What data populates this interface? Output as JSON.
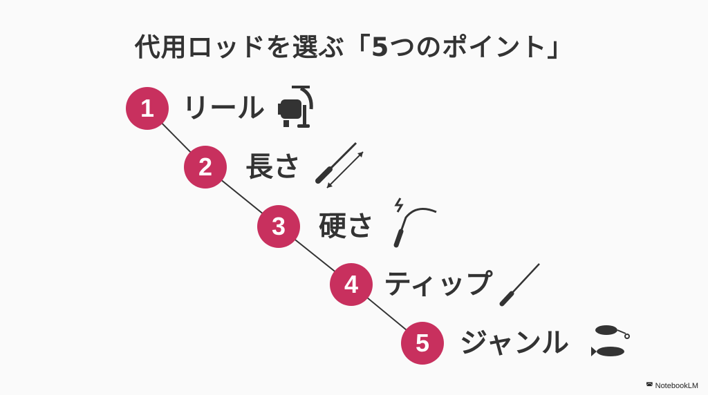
{
  "title": "代用ロッドを選ぶ「5つのポイント」",
  "points": [
    {
      "number": "1",
      "label": "リール",
      "icon": "fishing-reel-icon"
    },
    {
      "number": "2",
      "label": "長さ",
      "icon": "rod-length-icon"
    },
    {
      "number": "3",
      "label": "硬さ",
      "icon": "bent-rod-icon"
    },
    {
      "number": "4",
      "label": "ティップ",
      "icon": "rod-tip-icon"
    },
    {
      "number": "5",
      "label": "ジャンル",
      "icon": "lure-fish-icon"
    }
  ],
  "brand": "NotebookLM",
  "colors": {
    "accent": "#C8305E",
    "text": "#333333",
    "background": "#FAFAFA"
  }
}
